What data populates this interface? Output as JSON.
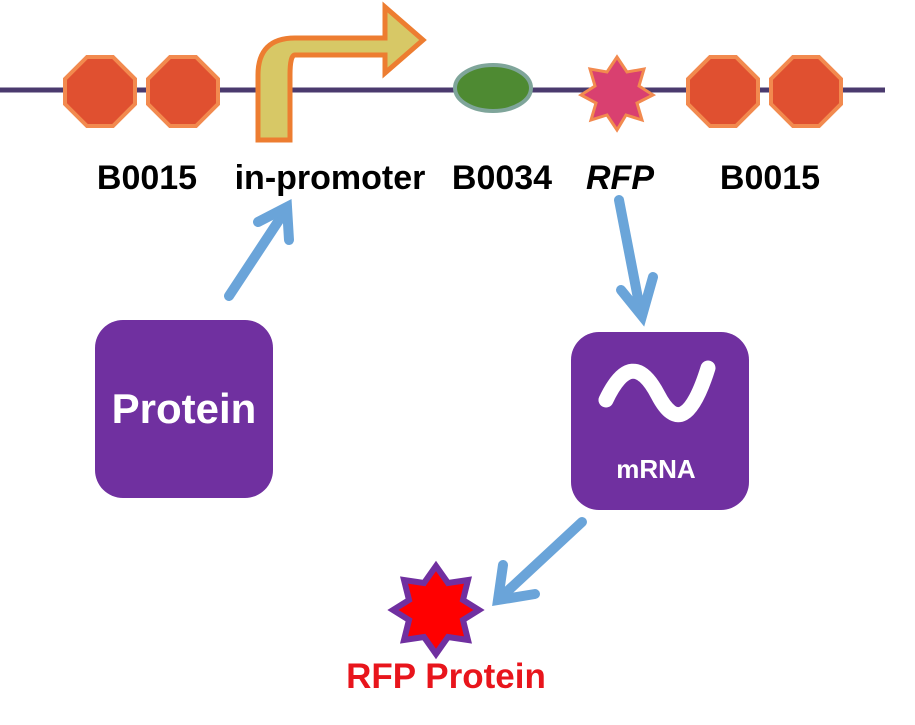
{
  "diagram": {
    "parts": [
      {
        "id": "terminator1",
        "label": "B0015",
        "italic": false,
        "glyph": "terminator",
        "color": "#e05030"
      },
      {
        "id": "promoter",
        "label": "in-promoter",
        "italic": false,
        "glyph": "promoter-arrow",
        "color": "#d7c866"
      },
      {
        "id": "rbs",
        "label": "B0034",
        "italic": false,
        "glyph": "rbs-ellipse",
        "color": "#4e8a32"
      },
      {
        "id": "cds",
        "label": "RFP",
        "italic": true,
        "glyph": "star",
        "color": "#d94070"
      },
      {
        "id": "terminator2",
        "label": "B0015",
        "italic": false,
        "glyph": "terminator",
        "color": "#e05030"
      }
    ],
    "boxes": {
      "protein": {
        "label": "Protein",
        "color": "#7030a0"
      },
      "mrna": {
        "label": "mRNA",
        "color": "#7030a0",
        "icon": "wave-icon"
      }
    },
    "product": {
      "label": "RFP Protein",
      "label_color": "#e8151c",
      "star_fill": "#ff0000",
      "star_outline": "#7030a0"
    },
    "colors": {
      "backbone": "#4a3a6e",
      "arrow": "#5a9bd5",
      "terminator_stroke": "#f28a4f",
      "promoter_stroke": "#ed7d31"
    }
  }
}
